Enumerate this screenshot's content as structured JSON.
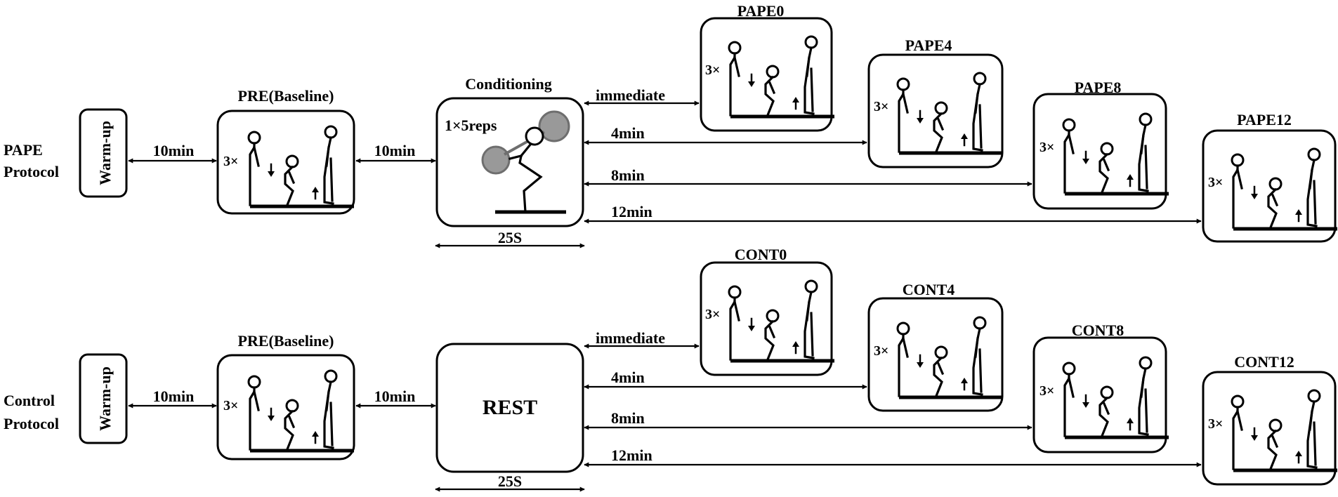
{
  "rows": [
    {
      "id": "pape",
      "protocol_lines": [
        "PAPE",
        "Protocol"
      ],
      "warmup_label": "Warm-up",
      "gap1_label": "10min",
      "pre_title": "PRE(Baseline)",
      "pre_count": "3×",
      "gap2_label": "10min",
      "middle_title": "Conditioning",
      "middle_text": "1×5reps",
      "duration_label": "25S",
      "arrow_labels": [
        "immediate",
        "4min",
        "8min",
        "12min"
      ],
      "tests": [
        {
          "title": "PAPE0",
          "count": "3×"
        },
        {
          "title": "PAPE4",
          "count": "3×"
        },
        {
          "title": "PAPE8",
          "count": "3×"
        },
        {
          "title": "PAPE12",
          "count": "3×"
        }
      ]
    },
    {
      "id": "control",
      "protocol_lines": [
        "Control",
        "Protocol"
      ],
      "warmup_label": "Warm-up",
      "gap1_label": "10min",
      "pre_title": "PRE(Baseline)",
      "pre_count": "3×",
      "gap2_label": "10min",
      "middle_title": "",
      "middle_text": "REST",
      "duration_label": "25S",
      "arrow_labels": [
        "immediate",
        "4min",
        "8min",
        "12min"
      ],
      "tests": [
        {
          "title": "CONT0",
          "count": "3×"
        },
        {
          "title": "CONT4",
          "count": "3×"
        },
        {
          "title": "CONT8",
          "count": "3×"
        },
        {
          "title": "CONT12",
          "count": "3×"
        }
      ]
    }
  ],
  "colors": {
    "line": "#000000",
    "plate_fill": "#999999",
    "plate_stroke": "#6e6e6e",
    "background": "#ffffff"
  },
  "icons": {
    "exercise": "countermovement-jump-figures-icon",
    "conditioning": "barbell-squat-icon"
  }
}
